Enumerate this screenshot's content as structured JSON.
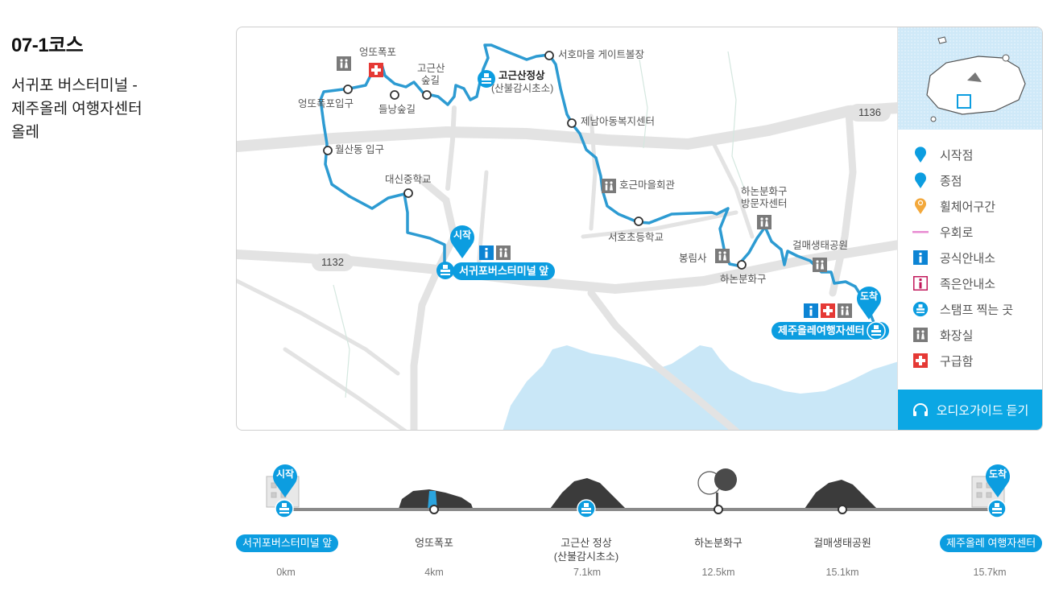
{
  "course": {
    "title": "07-1코스",
    "description_lines": [
      "서귀포 버스터미널 -",
      "제주올레 여행자센터",
      "올레"
    ]
  },
  "map": {
    "road_numbers": [
      "1136",
      "1132"
    ],
    "start_pin": "시작",
    "end_pin": "도착",
    "start_label": "서귀포버스터미널 앞",
    "end_label": "제주올레여행자센터",
    "places": {
      "eongtto_falls": "엉또폭포",
      "eongtto_entrance": "엉또폭포입구",
      "forest_path_1": "고근산",
      "forest_path_2": "숲길",
      "deullang": "들낭숲길",
      "gogeunsan_peak": "고근산정상",
      "gogeunsan_booth": "(산불감시초소)",
      "seoho_gate": "서호마을 게이트볼장",
      "jenam_center": "제남아동복지센터",
      "wolsan": "월산동 입구",
      "daesin_school": "대신중학교",
      "hogeun_hall": "호근마을회관",
      "seoho_school": "서호초등학교",
      "hanon_visitor_1": "하논분화구",
      "hanon_visitor_2": "방문자센터",
      "geolmae_park": "걸매생태공원",
      "bongnimsa": "봉림사",
      "hanon_crater": "하논분화구"
    }
  },
  "legend": {
    "items": [
      {
        "label": "시작점",
        "icon": "start-point-pin-icon",
        "color": "#0c9de0"
      },
      {
        "label": "종점",
        "icon": "end-point-pin-icon",
        "color": "#0c9de0"
      },
      {
        "label": "휠체어구간",
        "icon": "wheelchair-pin-icon",
        "color": "#f3a83b"
      },
      {
        "label": "우회로",
        "icon": "detour-line-icon",
        "color": "#e88bd2"
      },
      {
        "label": "공식안내소",
        "icon": "official-info-icon",
        "color": "#0c84d4"
      },
      {
        "label": "족은안내소",
        "icon": "small-info-icon",
        "color": "#c2185b"
      },
      {
        "label": "스탬프 찍는 곳",
        "icon": "stamp-icon",
        "color": "#0c9de0"
      },
      {
        "label": "화장실",
        "icon": "restroom-icon",
        "color": "#777777"
      },
      {
        "label": "구급함",
        "icon": "first-aid-icon",
        "color": "#e53935"
      }
    ],
    "audio_guide": "오디오가이드 듣기"
  },
  "elevation": {
    "start_pin": "시작",
    "end_pin": "도착",
    "points": [
      {
        "name": "서귀포버스터미널 앞",
        "km": "0km"
      },
      {
        "name": "엉또폭포",
        "km": "4km"
      },
      {
        "name": "고근산 정상",
        "name2": "(산불감시초소)",
        "km": "7.1km"
      },
      {
        "name": "하논분화구",
        "km": "12.5km"
      },
      {
        "name": "걸매생태공원",
        "km": "15.1km"
      },
      {
        "name": "제주올레 여행자센터",
        "km": "15.7km"
      }
    ]
  },
  "colors": {
    "route": "#2d9bd2",
    "accent": "#0c9de0",
    "sea": "#c9e7f7",
    "road": "#e3e3e3"
  }
}
